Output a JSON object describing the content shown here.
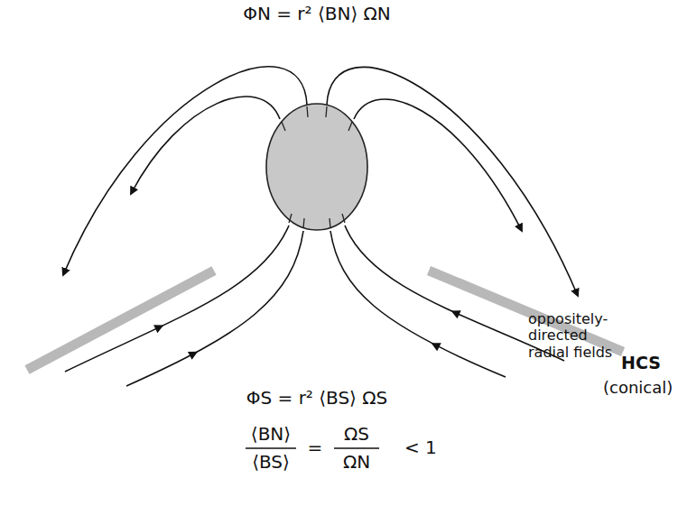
{
  "diagram": {
    "labels": [
      "ΦN = r² ⟨BN⟩ ΩN",
      "oppositely- directed radial fields",
      "HCS",
      "(conical)",
      "ΦS = r² ⟨BS⟩ ΩS",
      "⟨BN⟩",
      "⟨BS⟩",
      "=",
      "ΩS",
      "ΩN",
      "< 1"
    ]
  }
}
